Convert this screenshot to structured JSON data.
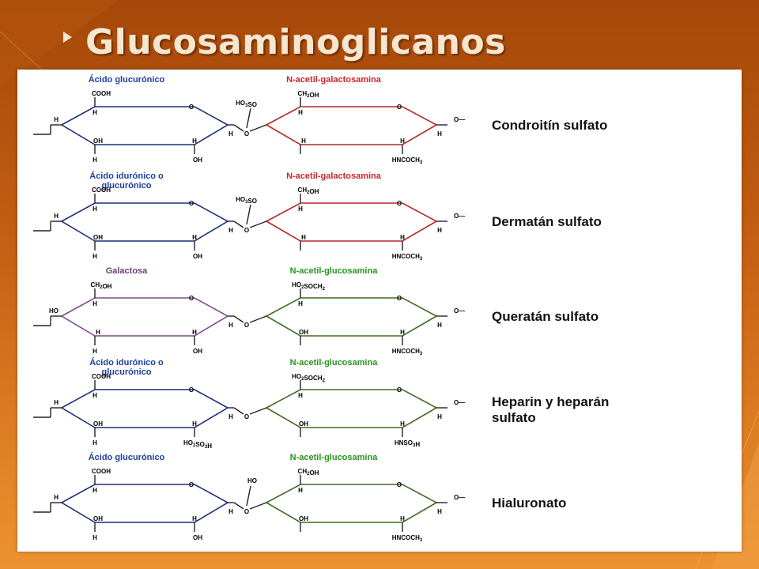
{
  "title": "Glucosaminoglicanos",
  "colors": {
    "background_top": "#a6480a",
    "background_bottom": "#ec9230",
    "title_text": "#f7e6cf",
    "blue_ring": "#1b2f7a",
    "red_ring": "#b02a2a",
    "purple_ring": "#7a4f8a",
    "green_ring": "#3f6b22",
    "label_blue": "#1d3fa0",
    "label_red": "#c8262c",
    "label_green": "#27961f",
    "label_purple": "#6b3d7a"
  },
  "rows": [
    {
      "name": "Condroitín sulfato",
      "left_sugar": {
        "label": "Ácido glucurónico",
        "color": "label_blue",
        "ring": "blue_ring",
        "subs": {
          "top": "COOH",
          "left": "H",
          "ring_o": "O",
          "bottom_left": "OH",
          "bottom_right": "OH",
          "h_top": "H",
          "h_bl": "H",
          "h_br": "H"
        }
      },
      "linker": "HO3SO",
      "right_sugar": {
        "label": "N-acetil-galactosamina",
        "color": "label_red",
        "ring": "red_ring",
        "subs": {
          "top": "CH2OH",
          "ring_o": "O",
          "anomeric": "O",
          "bottom": "HNCOCH3",
          "h1": "H",
          "h2": "H",
          "h3": "H",
          "h4": "H"
        }
      }
    },
    {
      "name": "Dermatán sulfato",
      "left_sugar": {
        "label": "Ácido idurónico o glucurónico",
        "color": "label_blue",
        "ring": "blue_ring",
        "subs": {
          "top": "COOH",
          "left": "H",
          "ring_o": "O",
          "bottom_left": "OH",
          "bottom_right": "OH",
          "h_top": "H",
          "h_bl": "H",
          "h_br": "H"
        }
      },
      "linker": "HO3SO",
      "right_sugar": {
        "label": "N-acetil-galactosamina",
        "color": "label_red",
        "ring": "red_ring",
        "subs": {
          "top": "CH2OH",
          "ring_o": "O",
          "anomeric": "O",
          "bottom": "HNCOCH3",
          "h1": "H",
          "h2": "H",
          "h3": "H",
          "h4": "H"
        }
      }
    },
    {
      "name": "Queratán sulfato",
      "left_sugar": {
        "label": "Galactosa",
        "color": "label_purple",
        "ring": "purple_ring",
        "subs": {
          "top": "CH2OH",
          "left": "HO",
          "ring_o": "O",
          "bottom_left": "H",
          "bottom_right": "OH",
          "h_top": "H",
          "h_bl": "H",
          "h_br": "H"
        }
      },
      "linker": "",
      "right_sugar": {
        "label": "N-acetil-glucosamina",
        "color": "label_green",
        "ring": "green_ring",
        "subs": {
          "top": "HO2SOCH2",
          "ring_o": "O",
          "anomeric": "O",
          "bottom": "HNCOCH3",
          "h1": "H",
          "h2": "OH",
          "h3": "H",
          "h4": "H"
        }
      }
    },
    {
      "name": "Heparin y heparán sulfato",
      "name_line1": "Heparin y heparán",
      "name_line2": "sulfato",
      "left_sugar": {
        "label": "Ácido idurónico o glucurónico",
        "color": "label_blue",
        "ring": "blue_ring",
        "subs": {
          "top": "COOH",
          "left": "H",
          "ring_o": "O",
          "bottom_left": "OH",
          "bottom_right": "HO2SO3H",
          "h_top": "H",
          "h_bl": "H",
          "h_br": "H"
        }
      },
      "linker": "",
      "right_sugar": {
        "label": "N-acetil-glucosamina",
        "color": "label_green",
        "ring": "green_ring",
        "subs": {
          "top": "HO2SOCH2",
          "ring_o": "O",
          "anomeric": "O",
          "bottom": "HNSO3H",
          "h1": "H",
          "h2": "OH",
          "h3": "H",
          "h4": "H"
        }
      }
    },
    {
      "name": "Hialuronato",
      "left_sugar": {
        "label": "Ácido glucurónico",
        "color": "label_blue",
        "ring": "blue_ring",
        "subs": {
          "top": "COOH",
          "left": "H",
          "ring_o": "O",
          "bottom_left": "OH",
          "bottom_right": "OH",
          "h_top": "H",
          "h_bl": "H",
          "h_br": "H"
        }
      },
      "linker": "HO",
      "right_sugar": {
        "label": "N-acetil-glucosamina",
        "color": "label_green",
        "ring": "green_ring",
        "subs": {
          "top": "CH2OH",
          "ring_o": "O",
          "anomeric": "O",
          "bottom": "HNCOCH3",
          "h1": "H",
          "h2": "OH",
          "h3": "H",
          "h4": "H"
        }
      }
    }
  ],
  "left_label_line1": [
    "Ácido glucurónico",
    "Ácido idurónico o",
    "Galactosa",
    "Ácido idurónico o",
    "Ácido glucurónico"
  ],
  "left_label_line2": [
    "",
    "glucurónico",
    "",
    "glucurónico",
    ""
  ]
}
